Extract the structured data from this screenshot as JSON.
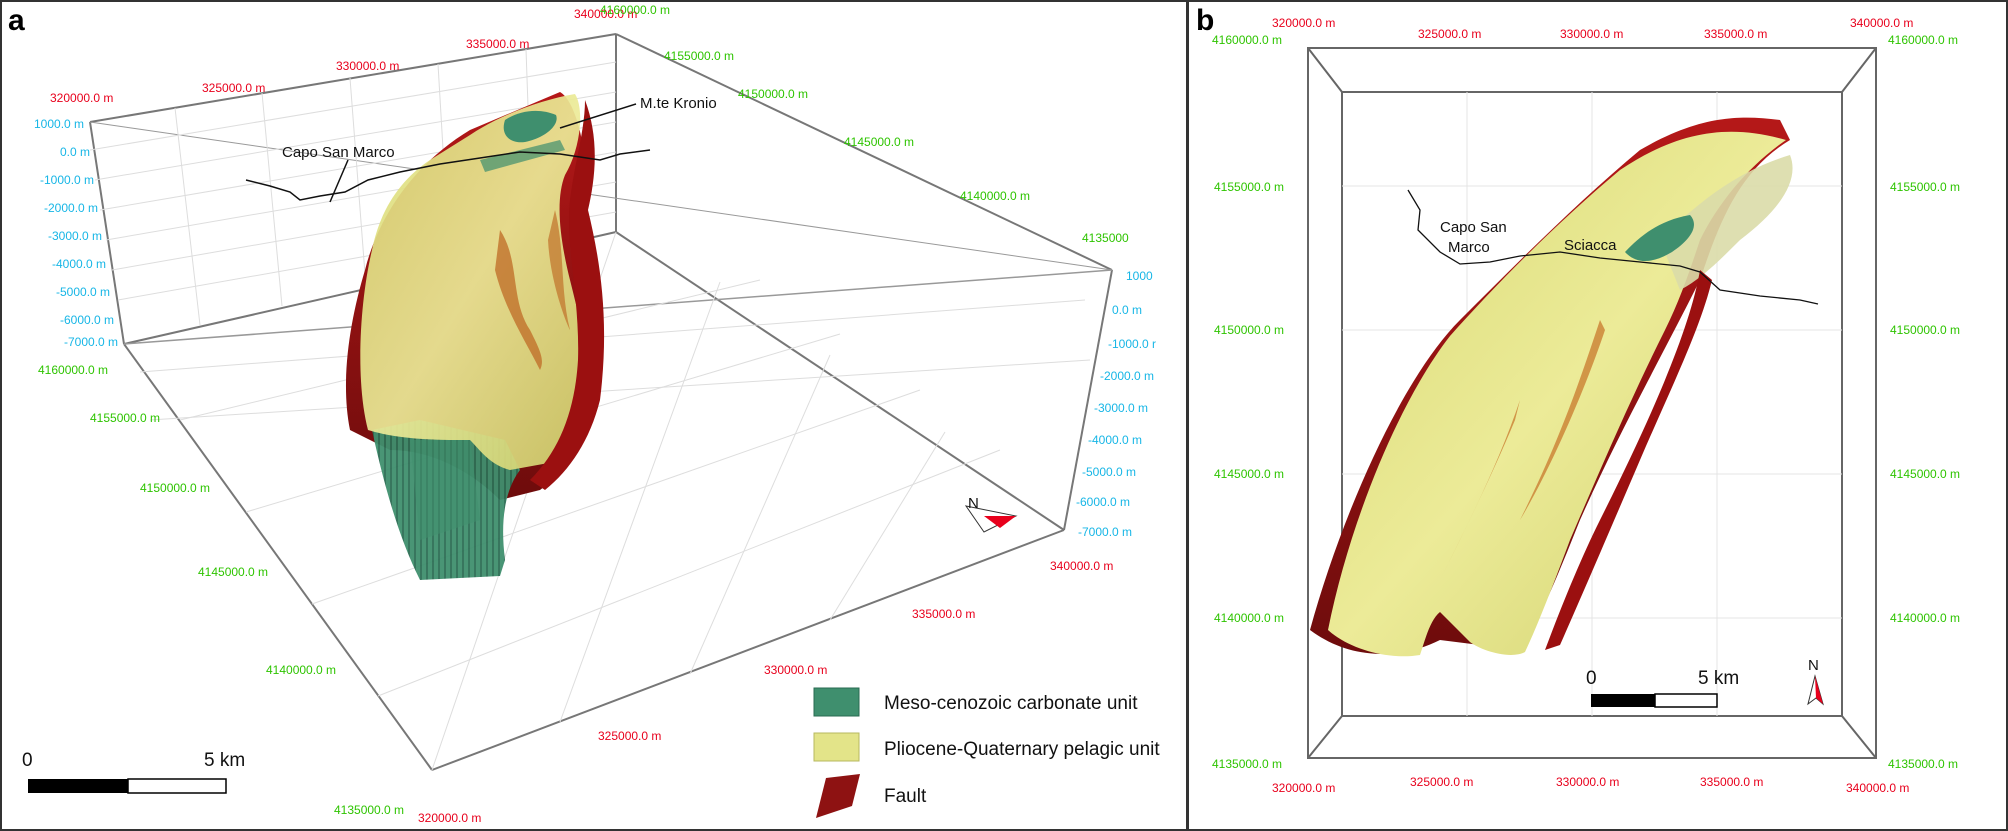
{
  "panels": [
    {
      "letter": "a",
      "places": [
        "Capo San Marco",
        "M.te Kronio"
      ],
      "east_labels": [
        "320000.0 m",
        "325000.0 m",
        "330000.0 m",
        "335000.0 m",
        "340000.0 m",
        "335000.0 m",
        "330000.0 m",
        "325000.0 m",
        "320000.0 m"
      ],
      "north_labels": [
        "4160000.0 m",
        "4155000.0 m",
        "4150000.0 m",
        "4145000.0 m",
        "4140000.0 m",
        "4135000.0 m",
        "4160000.0 m",
        "4155000.0 m",
        "4150000.0 m",
        "4145000.0 m",
        "4140000.0 m",
        "4135000"
      ],
      "depth_labels": [
        "1000.0 m",
        "0.0 m",
        "-1000.0 m",
        "-2000.0 m",
        "-3000.0 m",
        "-4000.0 m",
        "-5000.0 m",
        "-6000.0 m",
        "-7000.0 m",
        "1000",
        "0.0 m",
        "-1000.0 r",
        "-2000.0 m",
        "-3000.0 m",
        "-4000.0 m",
        "-5000.0 m",
        "-6000.0 m",
        "-7000.0 m"
      ],
      "scale": {
        "start": "0",
        "end": "5 km"
      },
      "north_arrow": "N"
    },
    {
      "letter": "b",
      "places": [
        "Capo San",
        "Marco",
        "Sciacca"
      ],
      "east_labels": [
        "320000.0 m",
        "325000.0 m",
        "330000.0 m",
        "335000.0 m",
        "340000.0 m",
        "320000.0 m",
        "325000.0 m",
        "330000.0 m",
        "335000.0 m",
        "340000.0 m"
      ],
      "north_labels": [
        "4160000.0 m",
        "4155000.0 m",
        "4150000.0 m",
        "4145000.0 m",
        "4140000.0 m",
        "4135000.0 m",
        "4160000.0 m",
        "4155000.0 m",
        "4150000.0 m",
        "4145000.0 m",
        "4140000.0 m",
        "4135000.0 m"
      ],
      "scale": {
        "start": "0",
        "end": "5 km"
      },
      "north_arrow": "N"
    }
  ],
  "legend": [
    {
      "label": "Meso-cenozoic carbonate unit",
      "color": "#3f8f6e"
    },
    {
      "label": "Pliocene-Quaternary pelagic unit",
      "color": "#e3e489"
    },
    {
      "label": "Fault",
      "color": "#8e1212"
    }
  ],
  "colors": {
    "easting": "#e8001c",
    "northing": "#2ec400",
    "depth": "#17b6e6",
    "yellow_unit": "#e8e98a",
    "green_unit": "#3f8f6e",
    "fault": "#9b1010"
  }
}
